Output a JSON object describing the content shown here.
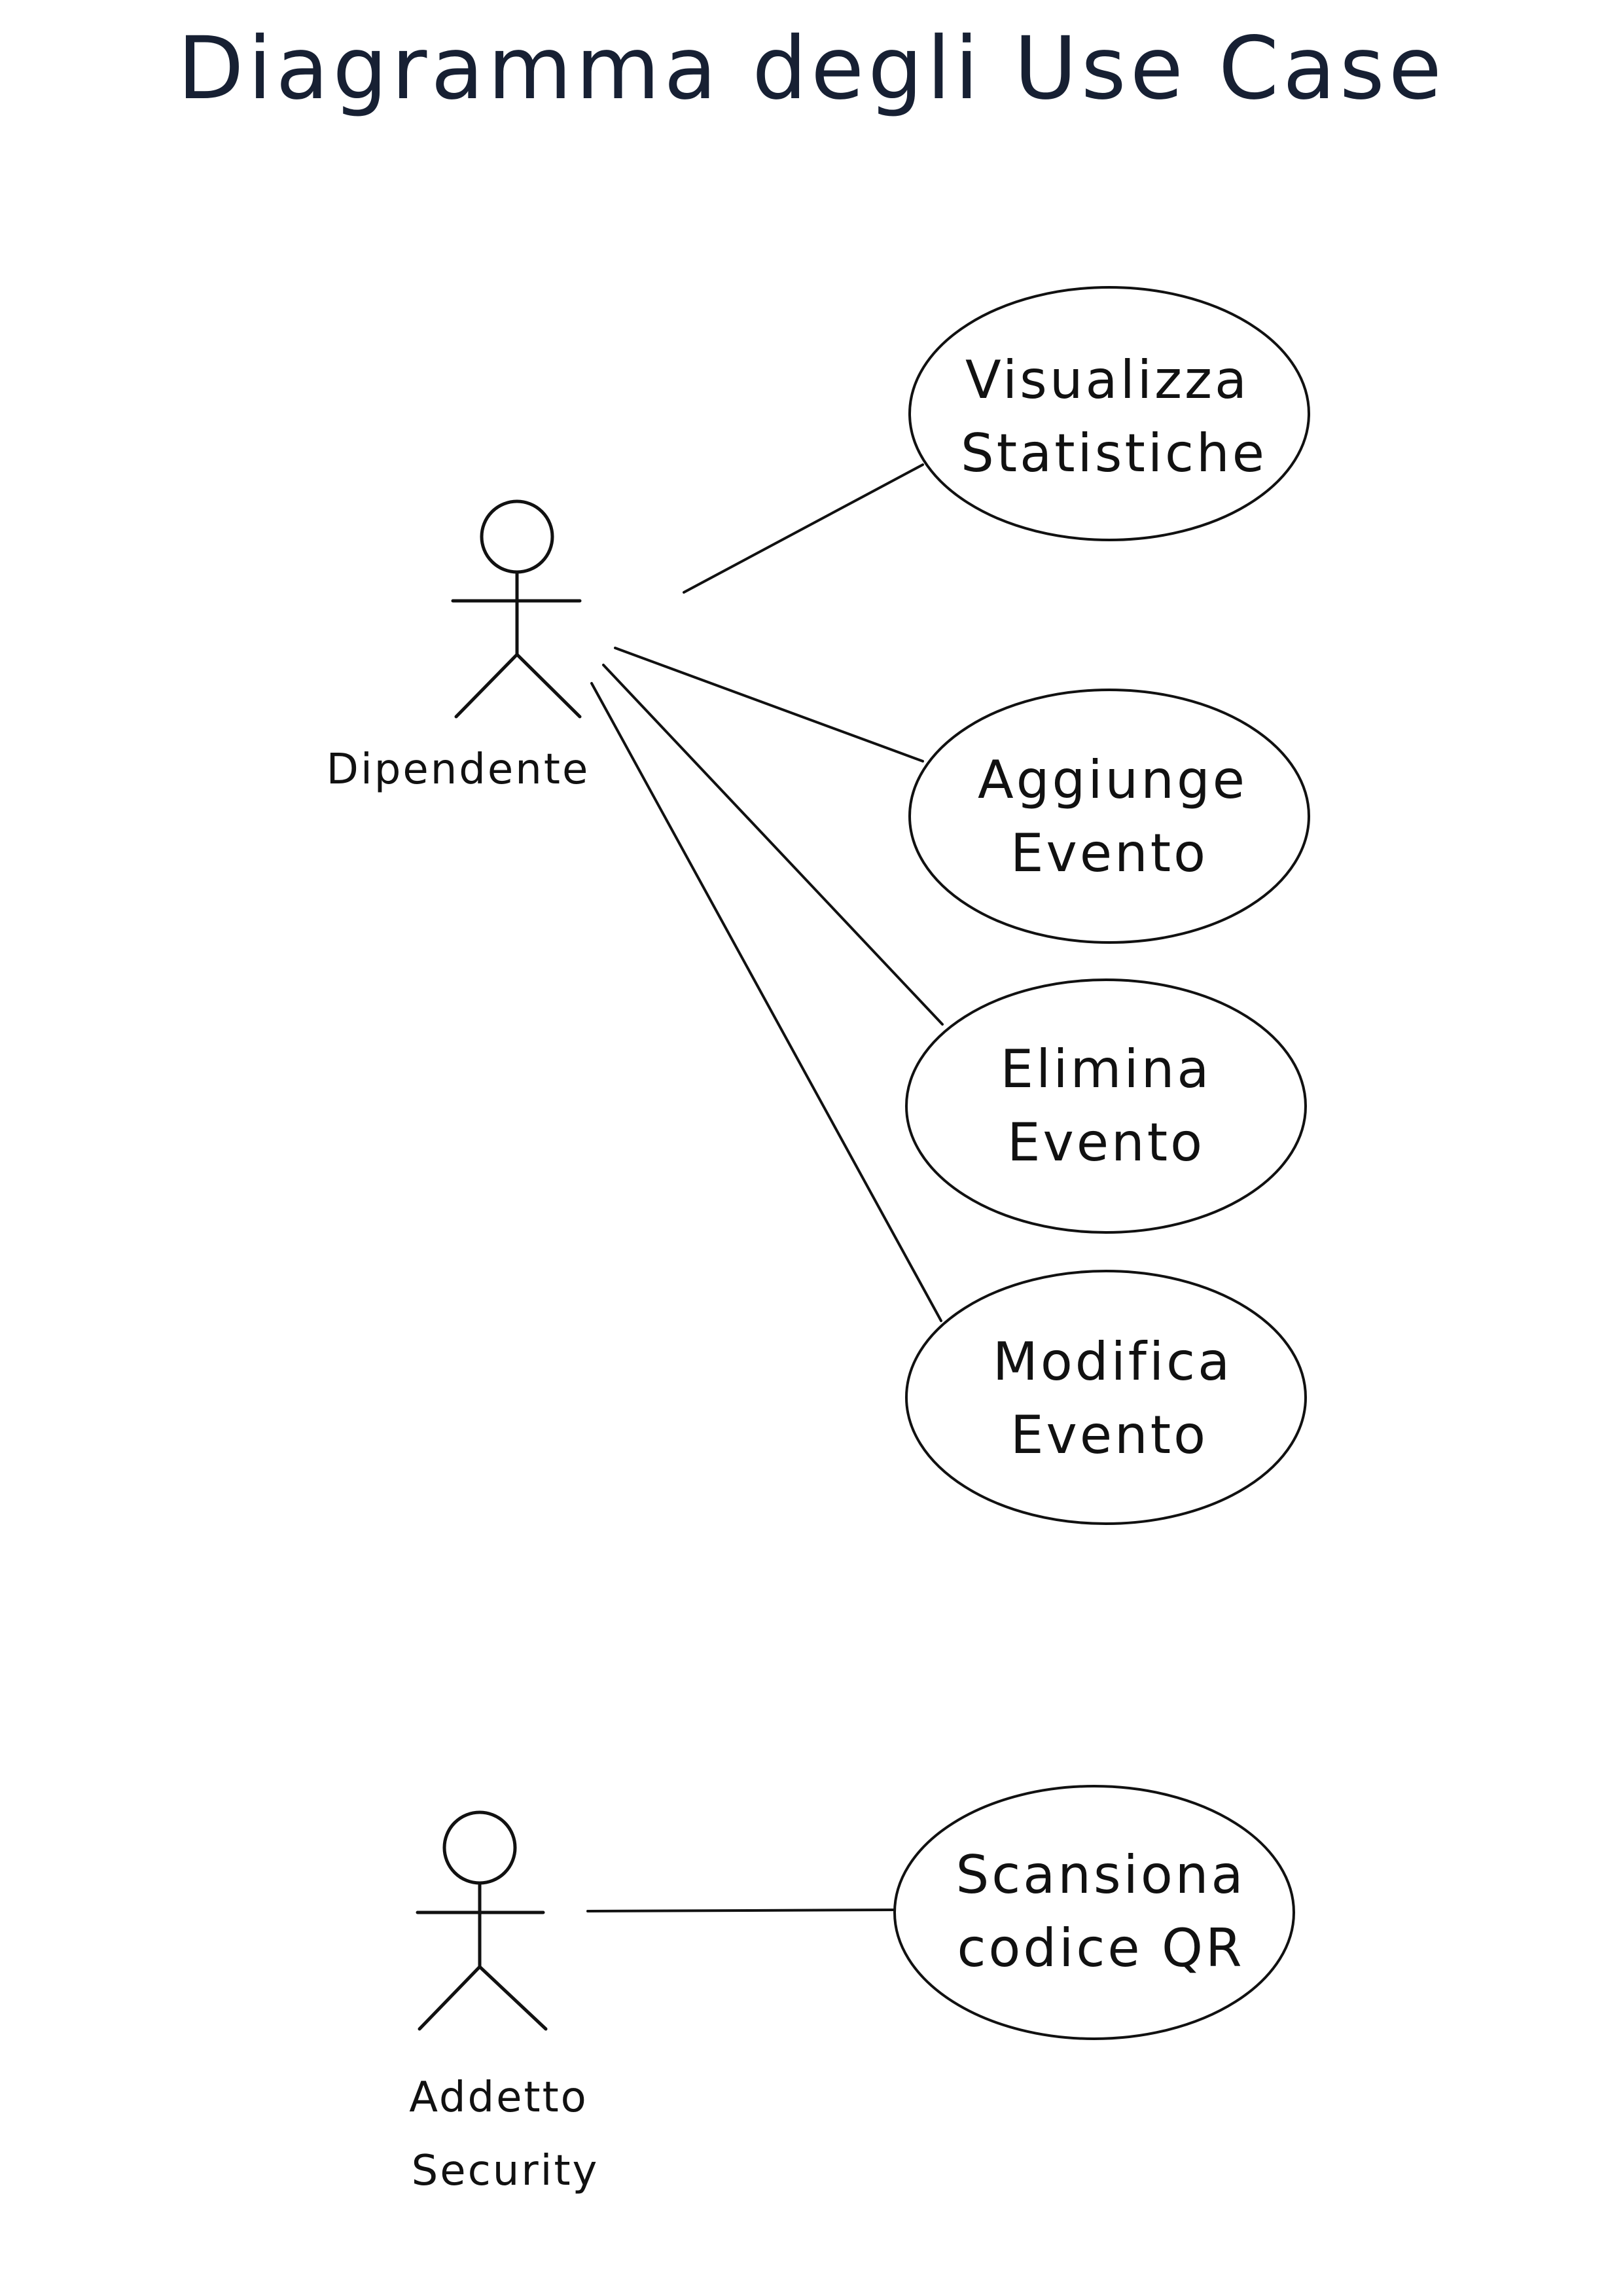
{
  "title": "Diagramma degli Use Case",
  "colors": {
    "ink": "#111111",
    "title": "#172033",
    "background": "#ffffff"
  },
  "actors": [
    {
      "id": "dipendente",
      "label_lines": [
        "Dipendente"
      ]
    },
    {
      "id": "addetto-security",
      "label_lines": [
        "Addetto",
        "Security"
      ]
    }
  ],
  "use_cases": [
    {
      "id": "visualizza-statistiche",
      "lines": [
        "Visualizza",
        "Statistiche"
      ]
    },
    {
      "id": "aggiunge-evento",
      "lines": [
        "Aggiunge",
        "Evento"
      ]
    },
    {
      "id": "elimina-evento",
      "lines": [
        "Elimina",
        "Evento"
      ]
    },
    {
      "id": "modifica-evento",
      "lines": [
        "Modifica",
        "Evento"
      ]
    },
    {
      "id": "scansiona-codice-qr",
      "lines": [
        "Scansiona",
        "codice QR"
      ]
    }
  ],
  "associations": [
    {
      "actor": "dipendente",
      "use_case": "visualizza-statistiche"
    },
    {
      "actor": "dipendente",
      "use_case": "aggiunge-evento"
    },
    {
      "actor": "dipendente",
      "use_case": "elimina-evento"
    },
    {
      "actor": "dipendente",
      "use_case": "modifica-evento"
    },
    {
      "actor": "addetto-security",
      "use_case": "scansiona-codice-qr"
    }
  ]
}
